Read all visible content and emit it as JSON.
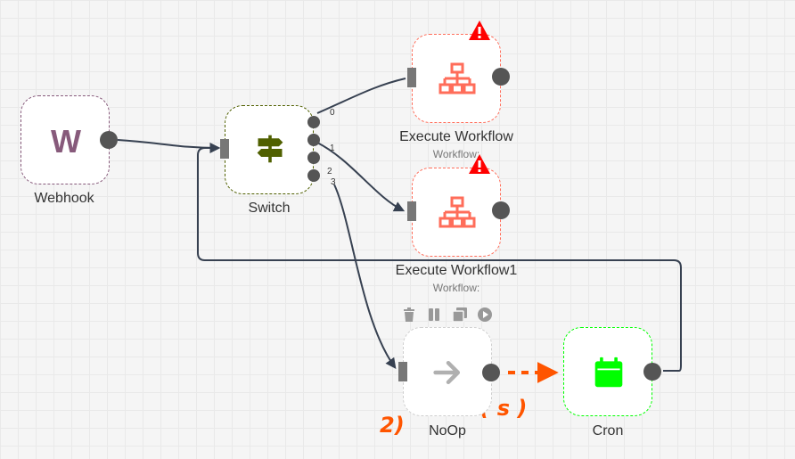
{
  "accent_colors": {
    "webhook": "#875a7b",
    "switch": "#506000",
    "execute": "#ff6d5a",
    "noop": "#b0b0b0",
    "cron": "#00ff00",
    "warning": "#ff0000",
    "annotation": "#ff5500",
    "edge": "#374151"
  },
  "nodes": {
    "webhook": {
      "label": "Webhook",
      "icon_letter": "W",
      "icon": "webhook-icon"
    },
    "switch": {
      "label": "Switch",
      "icon": "signpost-icon",
      "outputs": [
        "0",
        "1",
        "2",
        "3"
      ]
    },
    "execute1": {
      "label": "Execute Workflow",
      "subtitle": "Workflow:",
      "icon": "sitemap-icon",
      "warning": true
    },
    "execute2": {
      "label": "Execute Workflow1",
      "subtitle": "Workflow:",
      "icon": "sitemap-icon",
      "warning": true
    },
    "noop": {
      "label": "NoOp",
      "icon": "arrow-right-icon"
    },
    "cron": {
      "label": "Cron",
      "icon": "calendar-icon"
    }
  },
  "node_toolbar": [
    "delete-icon",
    "pause-icon",
    "duplicate-icon",
    "play-icon"
  ],
  "annotation": {
    "text": "wait ( s )",
    "marker": "2)"
  }
}
